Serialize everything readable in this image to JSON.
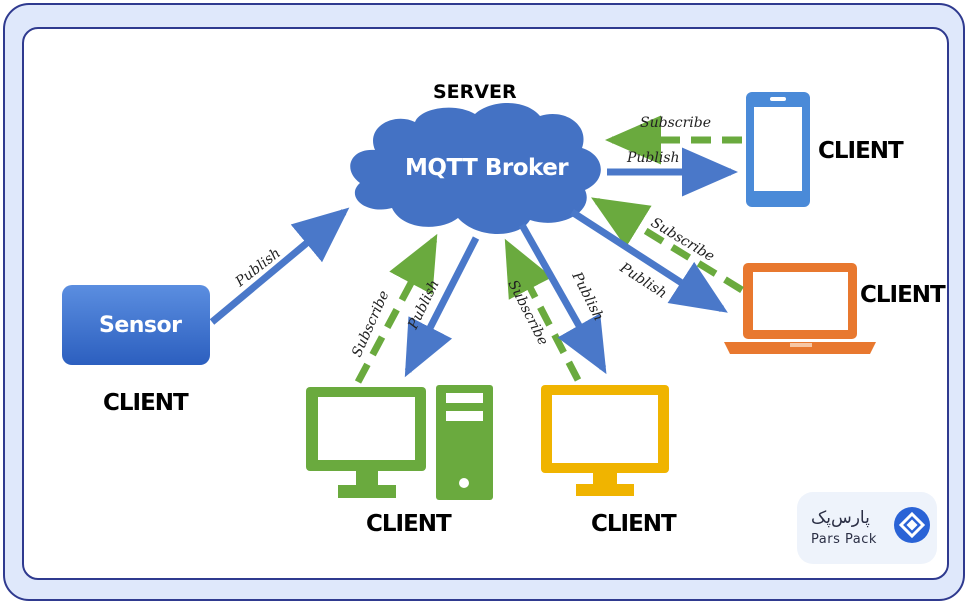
{
  "server_label": "SERVER",
  "broker_label": "MQTT Broker",
  "sensor_label": "Sensor",
  "client_label": "CLIENT",
  "edges": {
    "publish": "Publish",
    "subscribe": "Subscribe"
  },
  "logo": {
    "farsi": "پارس‌پک",
    "english": "Pars Pack"
  },
  "colors": {
    "publish_arrow": "#4a78c9",
    "subscribe_arrow": "#6aaa3e",
    "cloud": "#4472c4",
    "desktop": "#6aaa3e",
    "monitor_yellow": "#f0b400",
    "laptop": "#e8782f",
    "phone": "#4a8ad8"
  }
}
